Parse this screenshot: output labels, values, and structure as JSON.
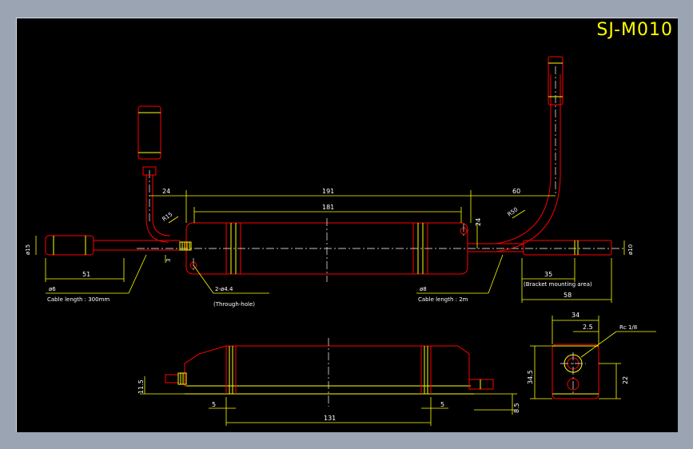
{
  "title": "SJ-M010",
  "colors": {
    "background": "#000000",
    "object": "#ff0000",
    "dimension": "#ffff00",
    "centerline": "#ffffff",
    "frame": "#d8dde6"
  },
  "dims": {
    "d24": "24",
    "d191": "191",
    "d60": "60",
    "d181": "181",
    "d24b": "24",
    "r15": "R15",
    "r50": "R50",
    "dia15": "ø15",
    "dia10": "ø10",
    "d3": "3",
    "d51": "51",
    "dia6": "ø6",
    "cable_left": "Cable length : 300mm",
    "holes": "2-ø4.4",
    "through_hole": "(Through-hole)",
    "dia8": "ø8",
    "cable_right": "Cable length : 2m",
    "d35": "35",
    "bracket_area": "(Bracket mounting area)",
    "d58": "58",
    "d11_5": "11.5",
    "d5a": "5",
    "d5b": "5",
    "d131": "131",
    "d8_5": "8.5",
    "d34": "34",
    "d2_5": "2.5",
    "rc": "Rc 1/8",
    "d34_5": "34.5",
    "d22": "22"
  }
}
